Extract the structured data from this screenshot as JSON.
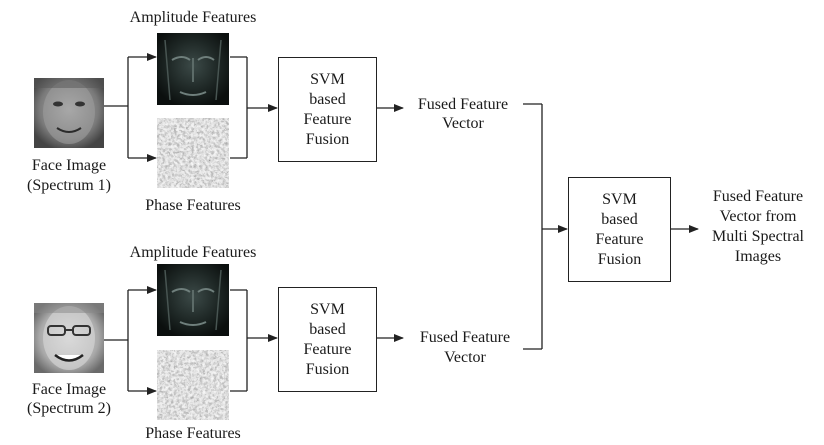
{
  "diagram": {
    "top": {
      "amplitude_label": "Amplitude Features",
      "phase_label": "Phase Features",
      "face_label_line1": "Face Image",
      "face_label_line2": "(Spectrum 1)",
      "fusion_box": [
        "SVM",
        "based",
        "Feature",
        "Fusion"
      ],
      "output_line1": "Fused Feature",
      "output_line2": "Vector"
    },
    "bottom": {
      "amplitude_label": "Amplitude Features",
      "phase_label": "Phase Features",
      "face_label_line1": "Face Image",
      "face_label_line2": "(Spectrum 2)",
      "fusion_box": [
        "SVM",
        "based",
        "Feature",
        "Fusion"
      ],
      "output_line1": "Fused Feature",
      "output_line2": "Vector"
    },
    "final": {
      "fusion_box": [
        "SVM",
        "based",
        "Feature",
        "Fusion"
      ],
      "output": [
        "Fused Feature",
        "Vector from",
        "Multi Spectral",
        "Images"
      ]
    }
  }
}
